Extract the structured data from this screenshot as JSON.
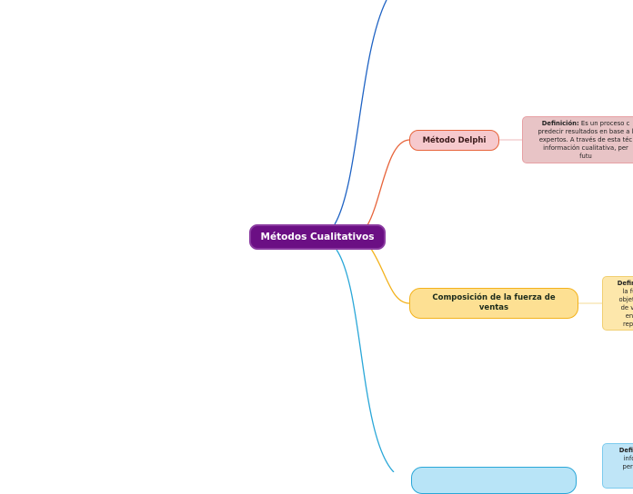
{
  "root": {
    "label": "Métodos Cualitativos"
  },
  "topics": {
    "delphi": {
      "label": "Método Delphi"
    },
    "fuerza": {
      "label": "Composición de la fuerza de ventas"
    }
  },
  "notes": {
    "delphi": {
      "label": "Definición:",
      "line1": " Es un proceso c",
      "line2": "predecir resultados en base a l",
      "line3": "expertos. A través de esta téc",
      "line4": "información cualitativa, per",
      "line5": "futu"
    },
    "fuerza": {
      "label": "Definic",
      "line2": "la fu",
      "line3": "objetiv",
      "line4": "de ve",
      "line5": "en",
      "line6": "repr"
    },
    "bottom": {
      "label": "Defini",
      "line2": "info",
      "line3": "perc"
    }
  },
  "colors": {
    "root": "#6b0f84",
    "branch_top": "#1f63c4",
    "branch_delphi": "#e7643b",
    "branch_fuerza": "#f3b21c",
    "branch_bottom": "#2aa7d8"
  }
}
